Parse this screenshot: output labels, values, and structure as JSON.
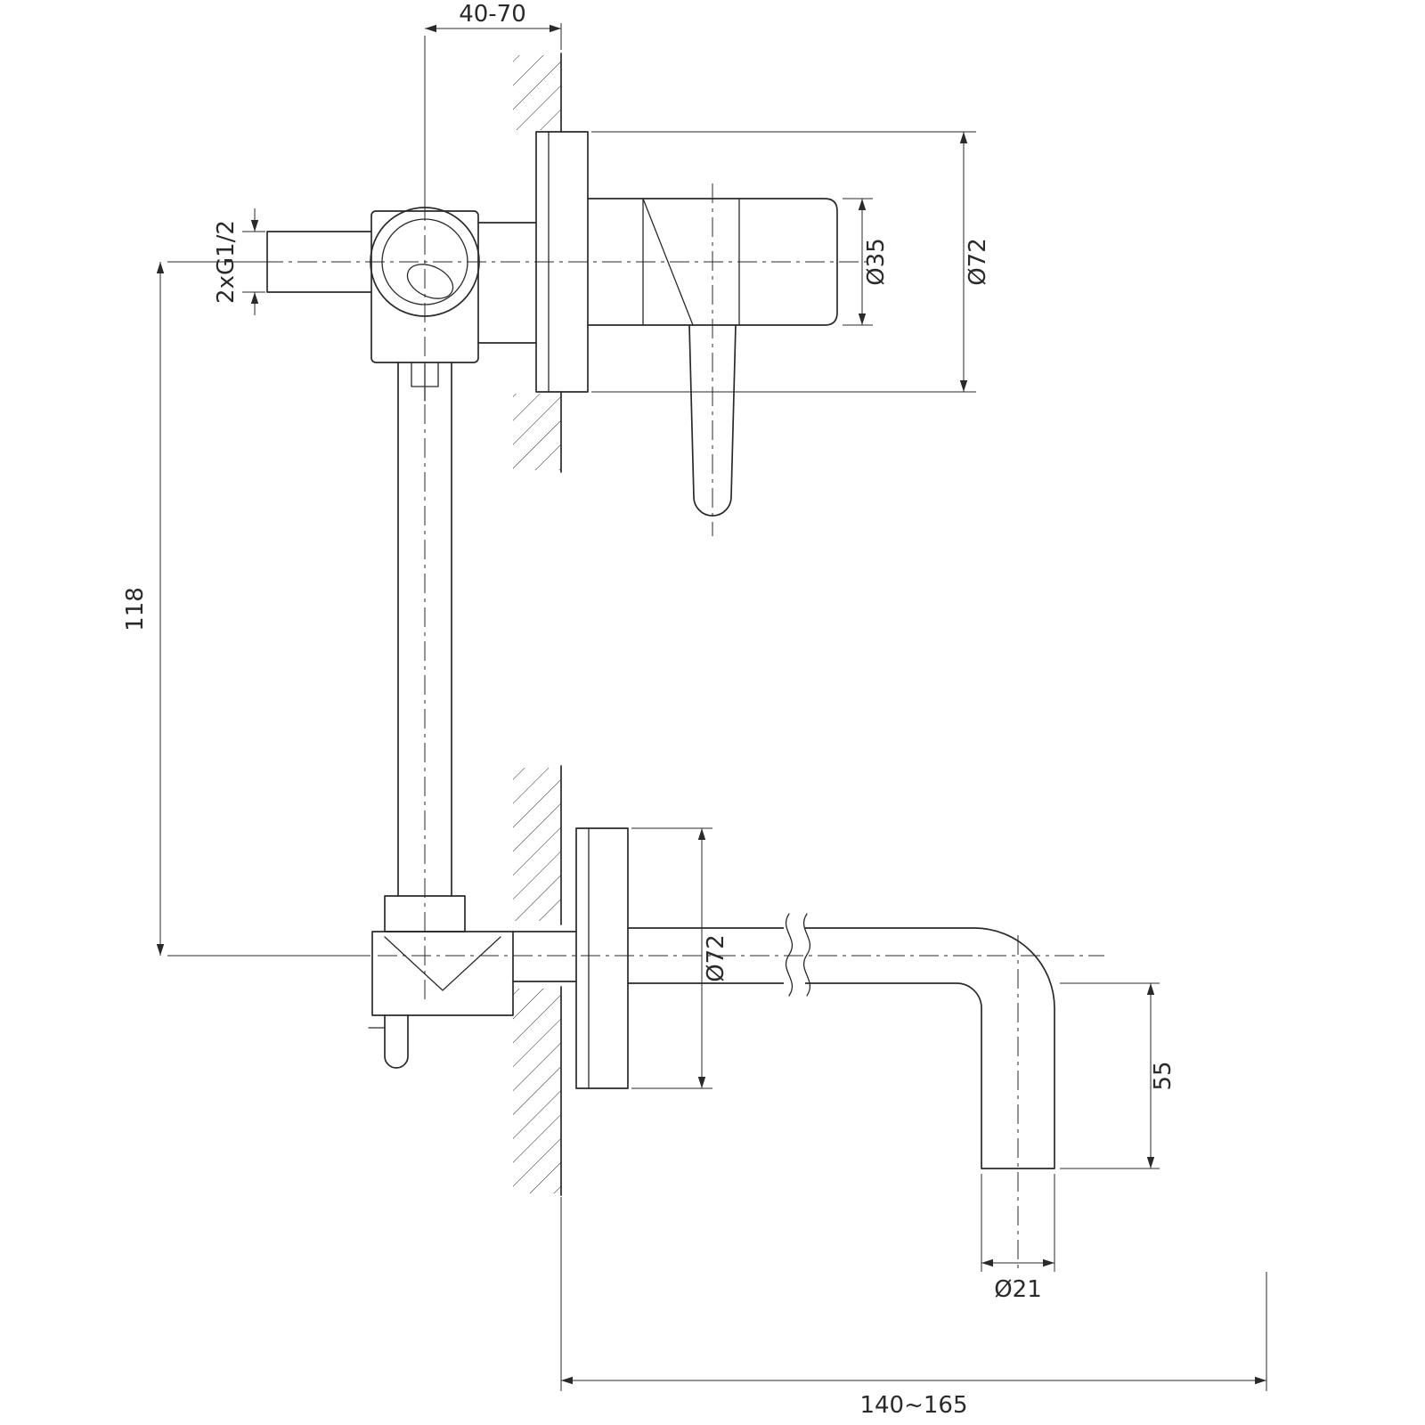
{
  "drawing": {
    "type": "technical-installation-drawing",
    "subject": "wall-mounted single-lever basin mixer, side section view",
    "line_color": "#2a2a2a",
    "background_color": "#ffffff",
    "dimensions": {
      "wall_depth_range": "40-70",
      "inlet_connection": "2xG1/2",
      "inlet_to_spout_distance": "118",
      "valve_body_diameter": "Ø35",
      "top_escutcheon_diameter": "Ø72",
      "bottom_escutcheon_diameter": "Ø72",
      "spout_outlet_height": "55",
      "spout_tube_diameter": "Ø21",
      "spout_reach_range": "140~165"
    }
  }
}
